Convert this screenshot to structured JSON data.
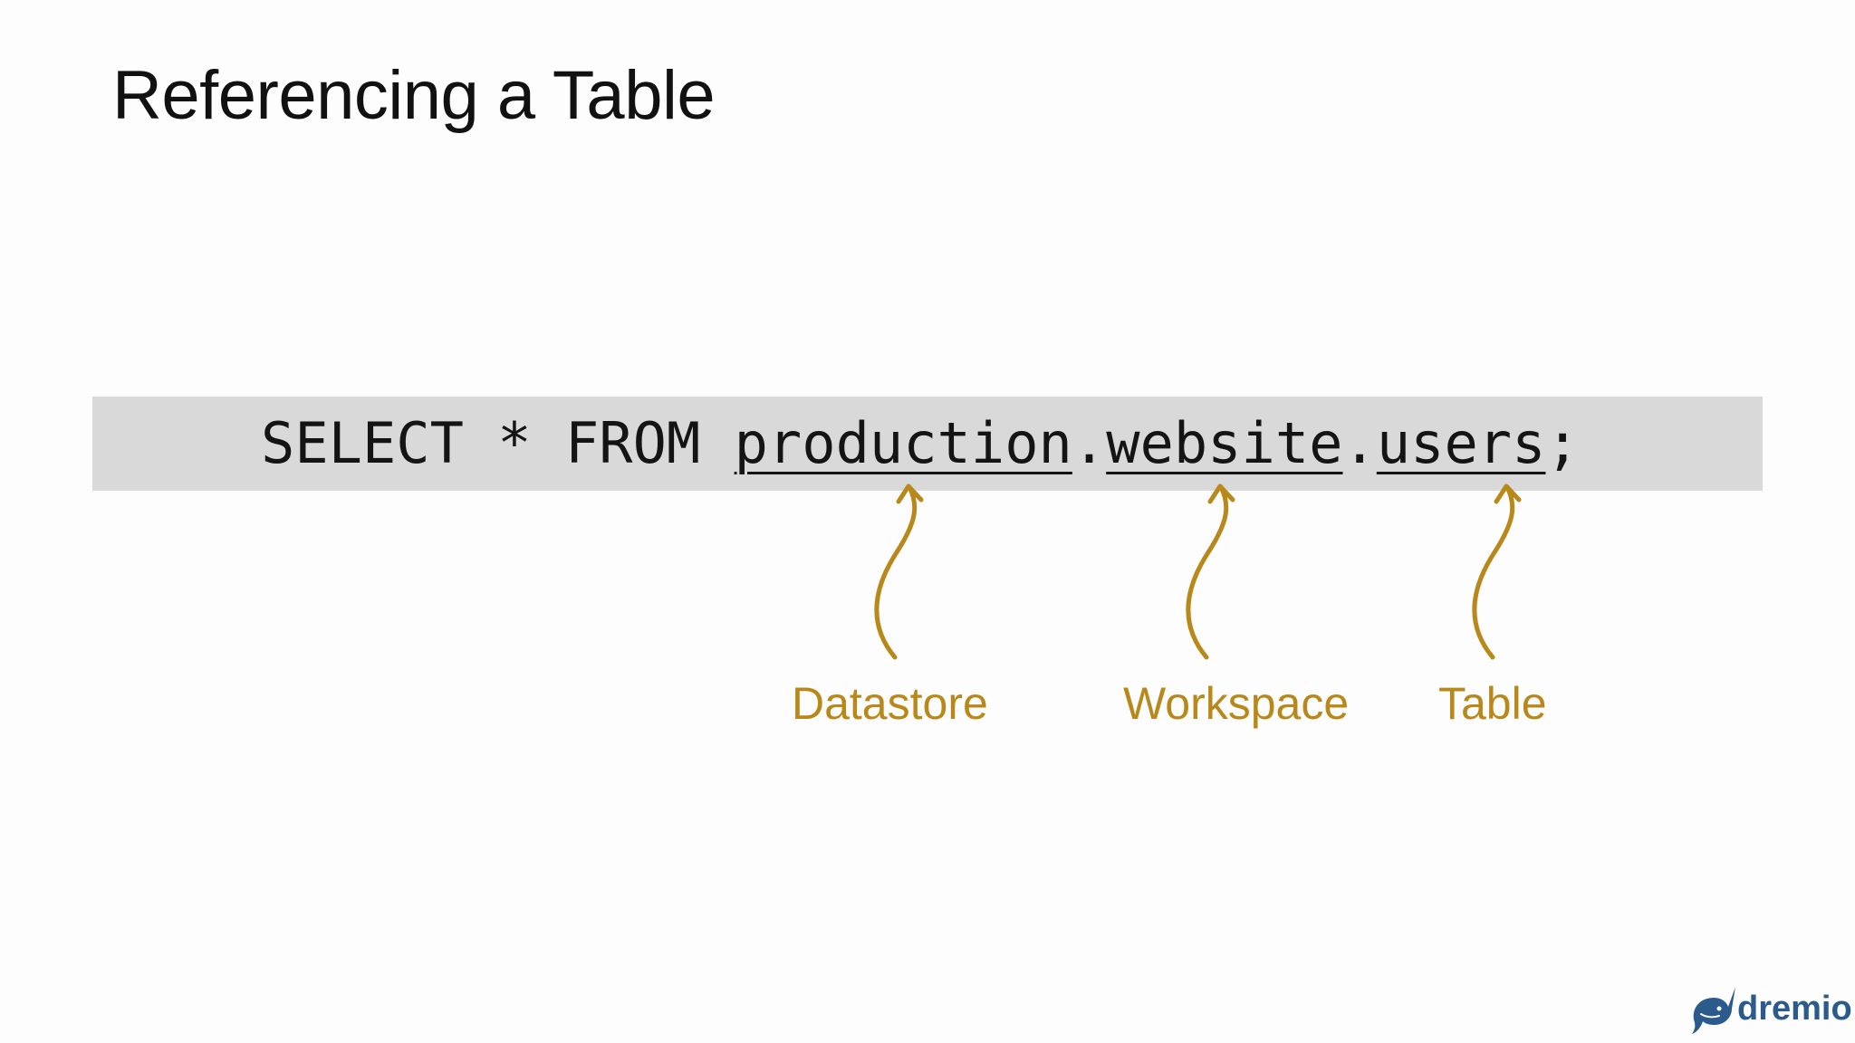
{
  "slide": {
    "title": "Referencing a Table"
  },
  "code": {
    "keyword_select": "SELECT",
    "star": "*",
    "keyword_from": "FROM",
    "datastore": "production",
    "dot1": ".",
    "workspace": "website",
    "dot2": ".",
    "table": "users",
    "terminator": ";"
  },
  "annotations": [
    {
      "label": "Datastore"
    },
    {
      "label": "Workspace"
    },
    {
      "label": "Table"
    }
  ],
  "logo": {
    "text": "dremio",
    "icon": "narwhal-icon"
  },
  "colors": {
    "background": "#fdfdfd",
    "code_bar": "#d9d9d9",
    "annotation": "#b8891a",
    "logo": "#2a5b8c"
  }
}
